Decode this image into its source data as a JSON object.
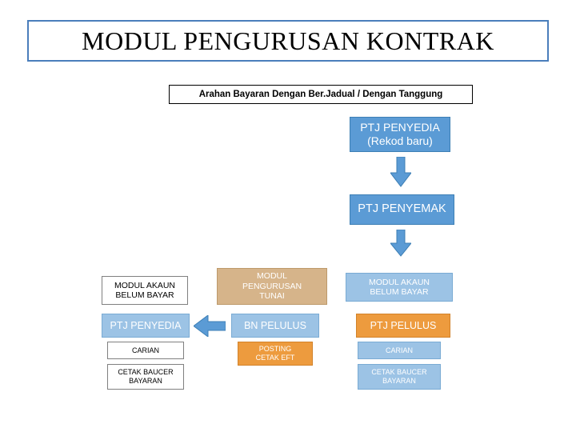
{
  "title": {
    "text": "MODUL PENGURUSAN KONTRAK"
  },
  "subtitle": {
    "text": "Arahan Bayaran Dengan Ber.Jadual / Dengan Tanggung"
  },
  "flow": {
    "ptj_penyedia_top": "PTJ PENYEDIA\n(Rekod baru)",
    "ptj_penyedia_top_line1": "PTJ PENYEDIA",
    "ptj_penyedia_top_line2": "(Rekod baru)",
    "ptj_penyemak": "PTJ PENYEMAK"
  },
  "columns": [
    {
      "header_line1": "MODUL AKAUN",
      "header_line2": "BELUM BAYAR",
      "role": "PTJ PENYEDIA",
      "actions": [
        {
          "line1": "CARIAN",
          "line2": ""
        },
        {
          "line1": "CETAK BAUCER",
          "line2": "BAYARAN"
        }
      ]
    },
    {
      "header_line1": "MODUL",
      "header_line2": "PENGURUSAN",
      "header_line3": "TUNAI",
      "role": "BN PELULUS",
      "actions": [
        {
          "line1": "POSTING",
          "line2": "CETAK EFT"
        }
      ]
    },
    {
      "header_line1": "MODUL AKAUN",
      "header_line2": "BELUM BAYAR",
      "role": "PTJ PELULUS",
      "actions": [
        {
          "line1": "CARIAN",
          "line2": ""
        },
        {
          "line1": "CETAK BAUCER",
          "line2": "BAYARAN"
        }
      ]
    }
  ],
  "icons": {
    "arrow_down_1": "arrow-down-icon",
    "arrow_down_2": "arrow-down-icon",
    "arrow_left_1": "arrow-left-icon"
  },
  "colors": {
    "title_border": "#4a7ebb",
    "blue": "#5b9bd5",
    "light_blue": "#9cc3e5",
    "tan": "#d6b48a",
    "orange": "#ed9b3e",
    "white": "#ffffff"
  }
}
